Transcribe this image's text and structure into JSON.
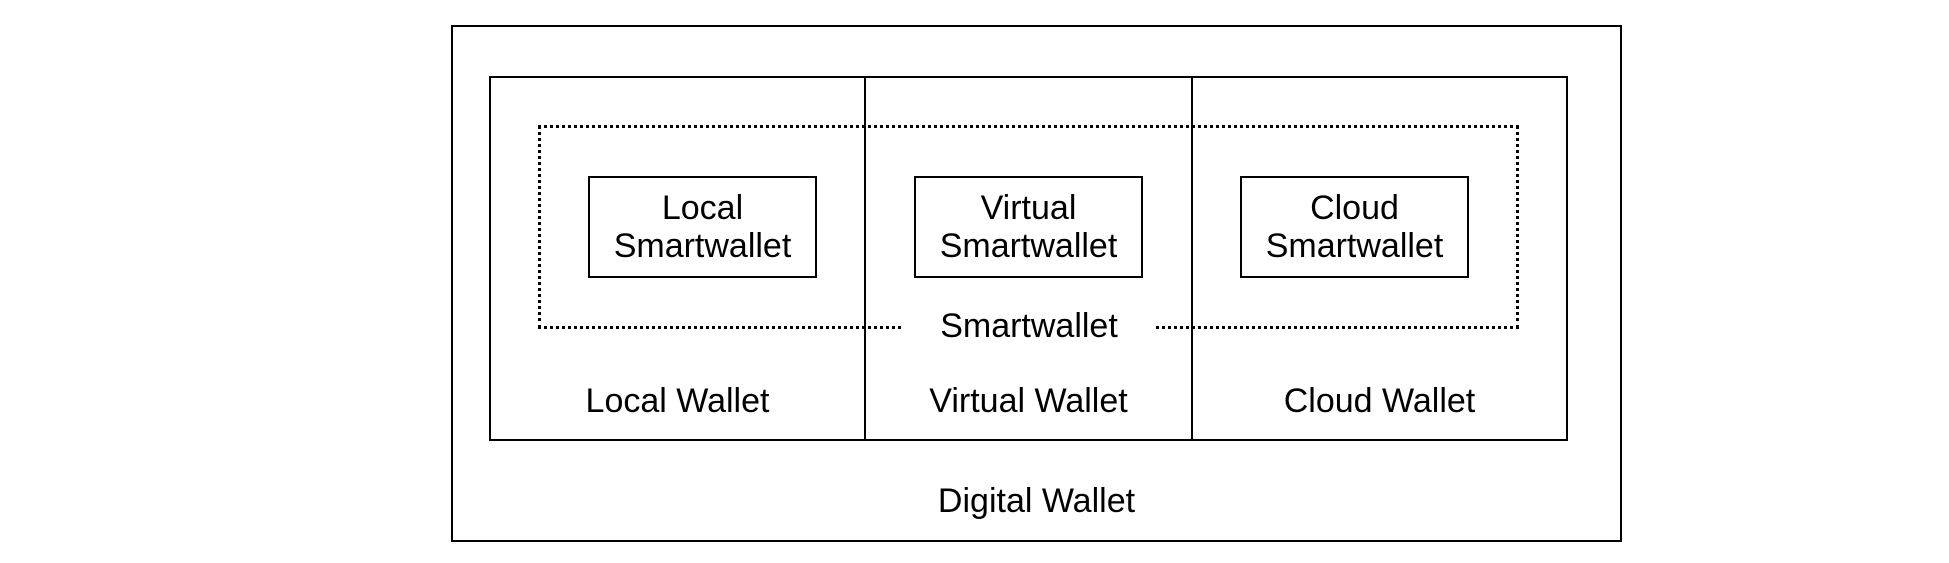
{
  "diagram": {
    "outer_label": "Digital Wallet",
    "wallets": {
      "local": "Local Wallet",
      "virtual": "Virtual Wallet",
      "cloud": "Cloud Wallet"
    },
    "smartwallet_group_label": "Smartwallet",
    "smartwallets": {
      "local": {
        "line1": "Local",
        "line2": "Smartwallet"
      },
      "virtual": {
        "line1": "Virtual",
        "line2": "Smartwallet"
      },
      "cloud": {
        "line1": "Cloud",
        "line2": "Smartwallet"
      }
    }
  }
}
